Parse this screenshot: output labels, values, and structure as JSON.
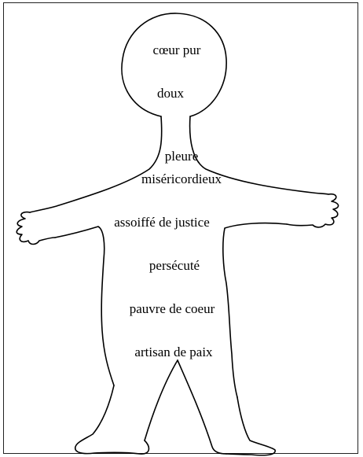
{
  "figure": {
    "labels": {
      "coeur_pur": "cœur pur",
      "doux": "doux",
      "pleure": "pleure",
      "misericordieux": "miséricordieux",
      "assoiffe": "assoiffé de justice",
      "persecute": "persécuté",
      "pauvre": "pauvre de coeur",
      "artisan": "artisan de paix"
    },
    "stroke_color": "#000000"
  }
}
